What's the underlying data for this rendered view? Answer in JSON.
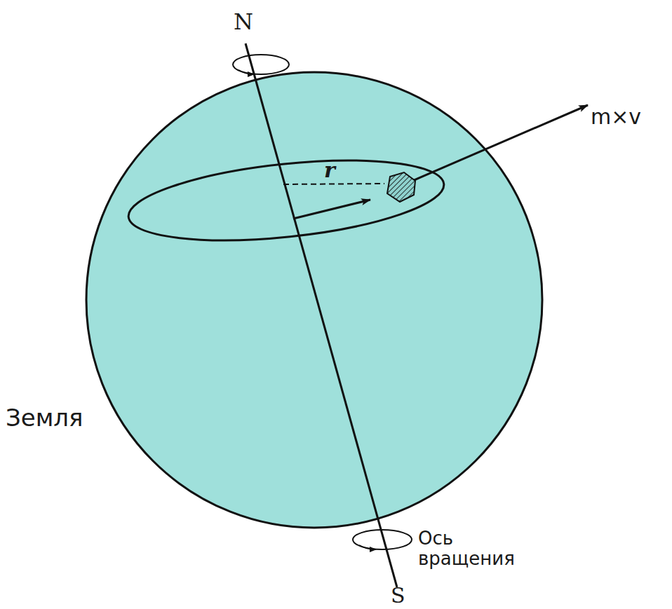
{
  "diagram": {
    "labels": [
      "N",
      "m×v",
      "r",
      "Земля",
      "S",
      "Ось вращения"
    ]
  }
}
